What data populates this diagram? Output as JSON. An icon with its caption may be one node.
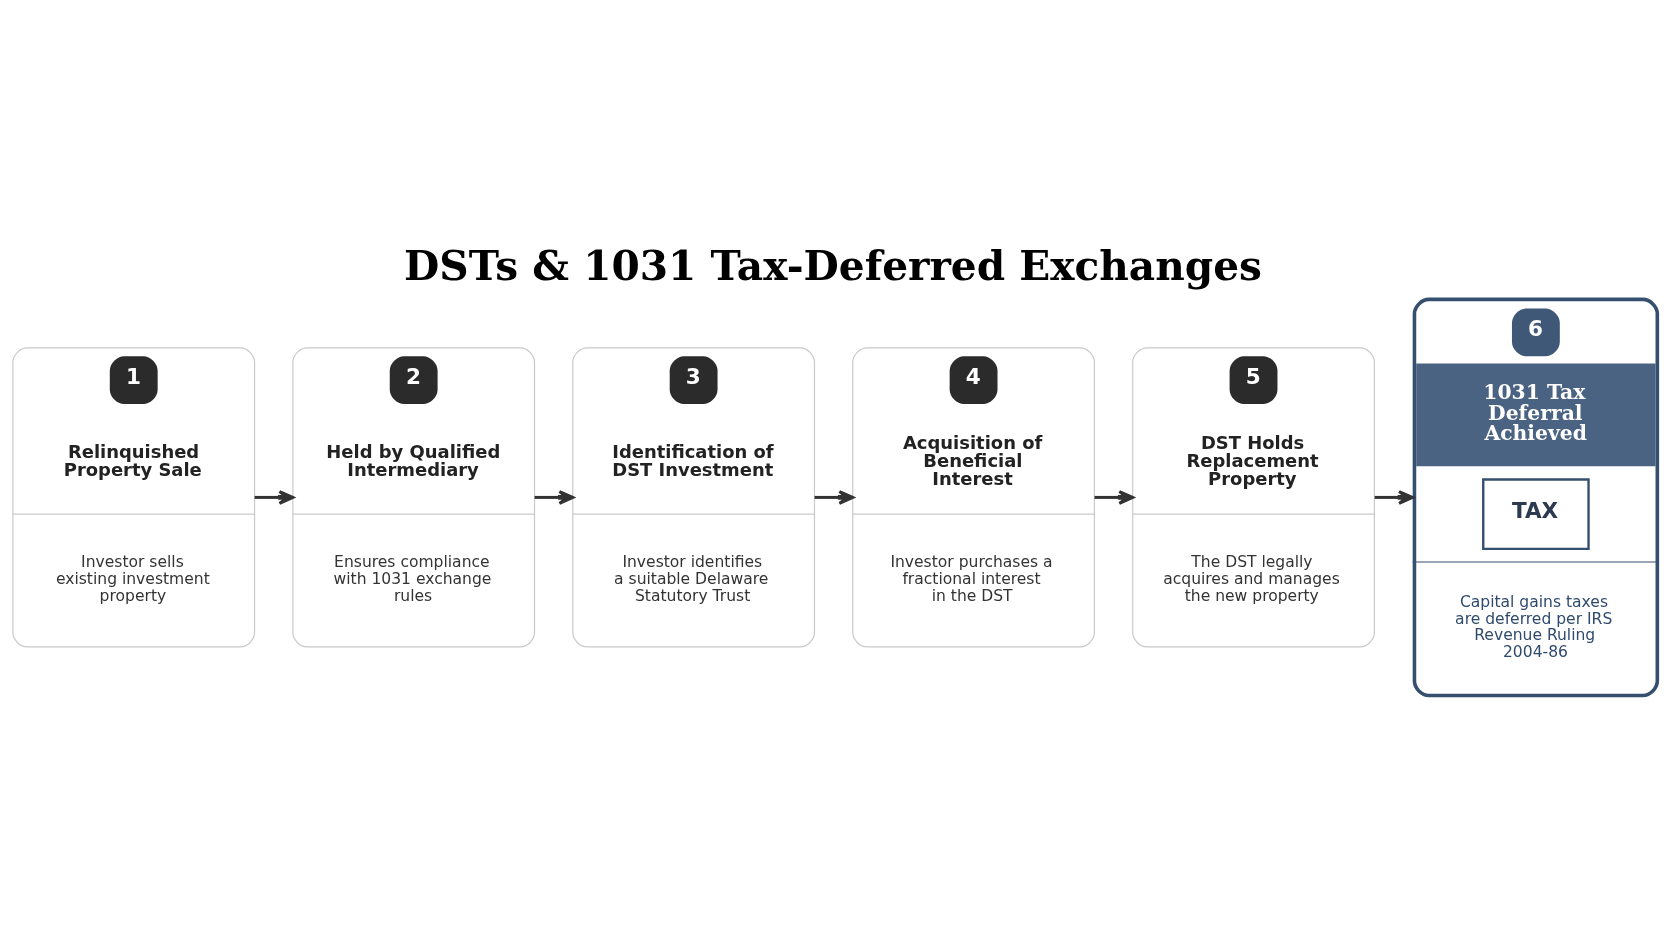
{
  "diagram": {
    "title": "DSTs & 1031 Tax-Deferred Exchanges",
    "nodes": [
      {
        "text": [
          "1",
          "Relinquished Property Sale",
          "Investor sells existing investment property"
        ]
      },
      {
        "text": [
          "2",
          "Held by Qualified Intermediary",
          "Ensures compliance with 1031 exchange rules"
        ]
      },
      {
        "text": [
          "3",
          "Identification of DST Investment",
          "Investor identifies a suitable Delaware Statutory Trust"
        ]
      },
      {
        "text": [
          "4",
          "Acquisition of Beneficial Interest",
          "Investor purchases a fractional interest in the DST"
        ]
      },
      {
        "text": [
          "5",
          "DST Holds Replacement Property",
          "The DST legally acquires and manages the new property"
        ]
      },
      {
        "text": [
          "6",
          "1031 Tax Deferral Achieved",
          "TAX",
          "Capital gains taxes are deferred per IRS Revenue Ruling 2004-86"
        ]
      }
    ],
    "edges": [
      {
        "from": 0,
        "to": 1,
        "arrow": "to"
      },
      {
        "from": 1,
        "to": 2,
        "arrow": "to"
      },
      {
        "from": 2,
        "to": 3,
        "arrow": "to"
      },
      {
        "from": 3,
        "to": 4,
        "arrow": "to"
      },
      {
        "from": 4,
        "to": 5,
        "arrow": "to"
      }
    ]
  }
}
